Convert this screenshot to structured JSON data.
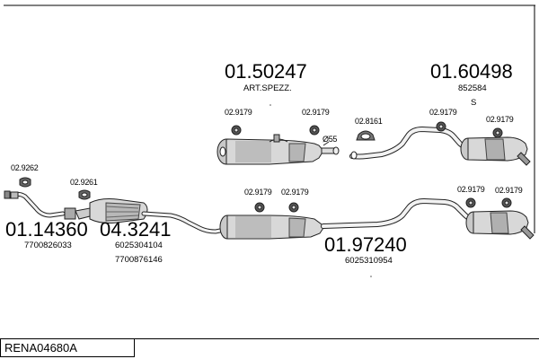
{
  "diagram": {
    "reference_code": "RENA04680A",
    "parts": [
      {
        "number": "01.50247",
        "subtitles": [
          "ART.SPEZZ."
        ]
      },
      {
        "number": "01.60498",
        "subtitles": [
          "852584",
          "S"
        ]
      },
      {
        "number": "01.14360",
        "subtitles": [
          "7700826033"
        ]
      },
      {
        "number": "04.3241",
        "subtitles": [
          "6025304104",
          "7700876146"
        ]
      },
      {
        "number": "01.97240",
        "subtitles": [
          "6025310954"
        ]
      }
    ],
    "accessories": {
      "clamp": "02.9179",
      "hanger_a": "02.9262",
      "hanger_b": "02.9261",
      "ring": "02.8161",
      "diameter": "Ø55"
    }
  }
}
